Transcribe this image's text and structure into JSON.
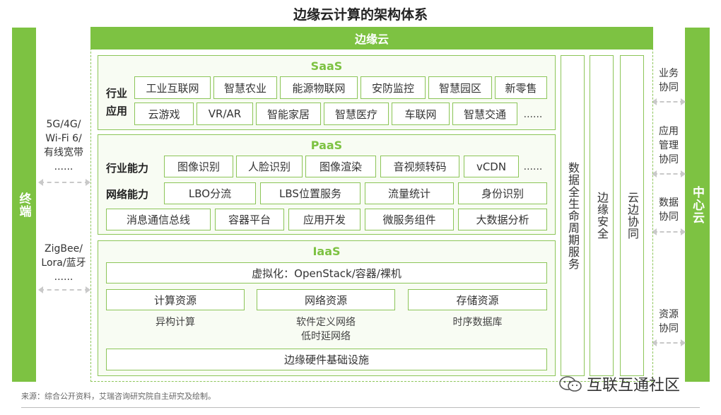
{
  "title": "边缘云计算的架构体系",
  "left_bar": {
    "label": "终端"
  },
  "right_bar": {
    "label": "中心云"
  },
  "left_side": {
    "group1": [
      "5G/4G/",
      "Wi-Fi 6/",
      "有线宽带",
      "......"
    ],
    "group2": [
      "ZigBee/",
      "Lora/蓝牙",
      "......"
    ]
  },
  "right_side": {
    "items": [
      "业务\n协同",
      "应用\n管理\n协同",
      "数据\n协同",
      "资源\n协同"
    ]
  },
  "edge_cloud": {
    "header": "边缘云",
    "saas": {
      "title": "SaaS",
      "row_label": "行业\n应用",
      "row1": [
        "工业互联网",
        "智慧农业",
        "能源物联网",
        "安防监控",
        "智慧园区",
        "新零售"
      ],
      "row2": [
        "云游戏",
        "VR/AR",
        "智能家居",
        "智慧医疗",
        "车联网",
        "智慧交通",
        "......"
      ]
    },
    "paas": {
      "title": "PaaS",
      "label1": "行业能力",
      "row1": [
        "图像识别",
        "人脸识别",
        "图像渲染",
        "音视频转码",
        "vCDN",
        "......"
      ],
      "label2": "网络能力",
      "row2": [
        "LBO分流",
        "LBS位置服务",
        "流量统计",
        "身份识别"
      ],
      "row3": [
        "消息通信总线",
        "容器平台",
        "应用开发",
        "微服务组件",
        "大数据分析"
      ]
    },
    "iaas": {
      "title": "IaaS",
      "virtualization": "虚拟化：OpenStack/容器/裸机",
      "resources": [
        "计算资源",
        "网络资源",
        "存储资源"
      ],
      "sub1": "异构计算",
      "sub2": [
        "软件定义网络",
        "低时延网络"
      ],
      "sub3": "时序数据库",
      "hardware": "边缘硬件基础设施"
    },
    "vertical": [
      "数据全生命周期服务",
      "边缘安全",
      "云边协同"
    ]
  },
  "source": "来源：综合公开资料，艾瑞咨询研究院自主研究及绘制。",
  "watermark": "互联互通社区"
}
